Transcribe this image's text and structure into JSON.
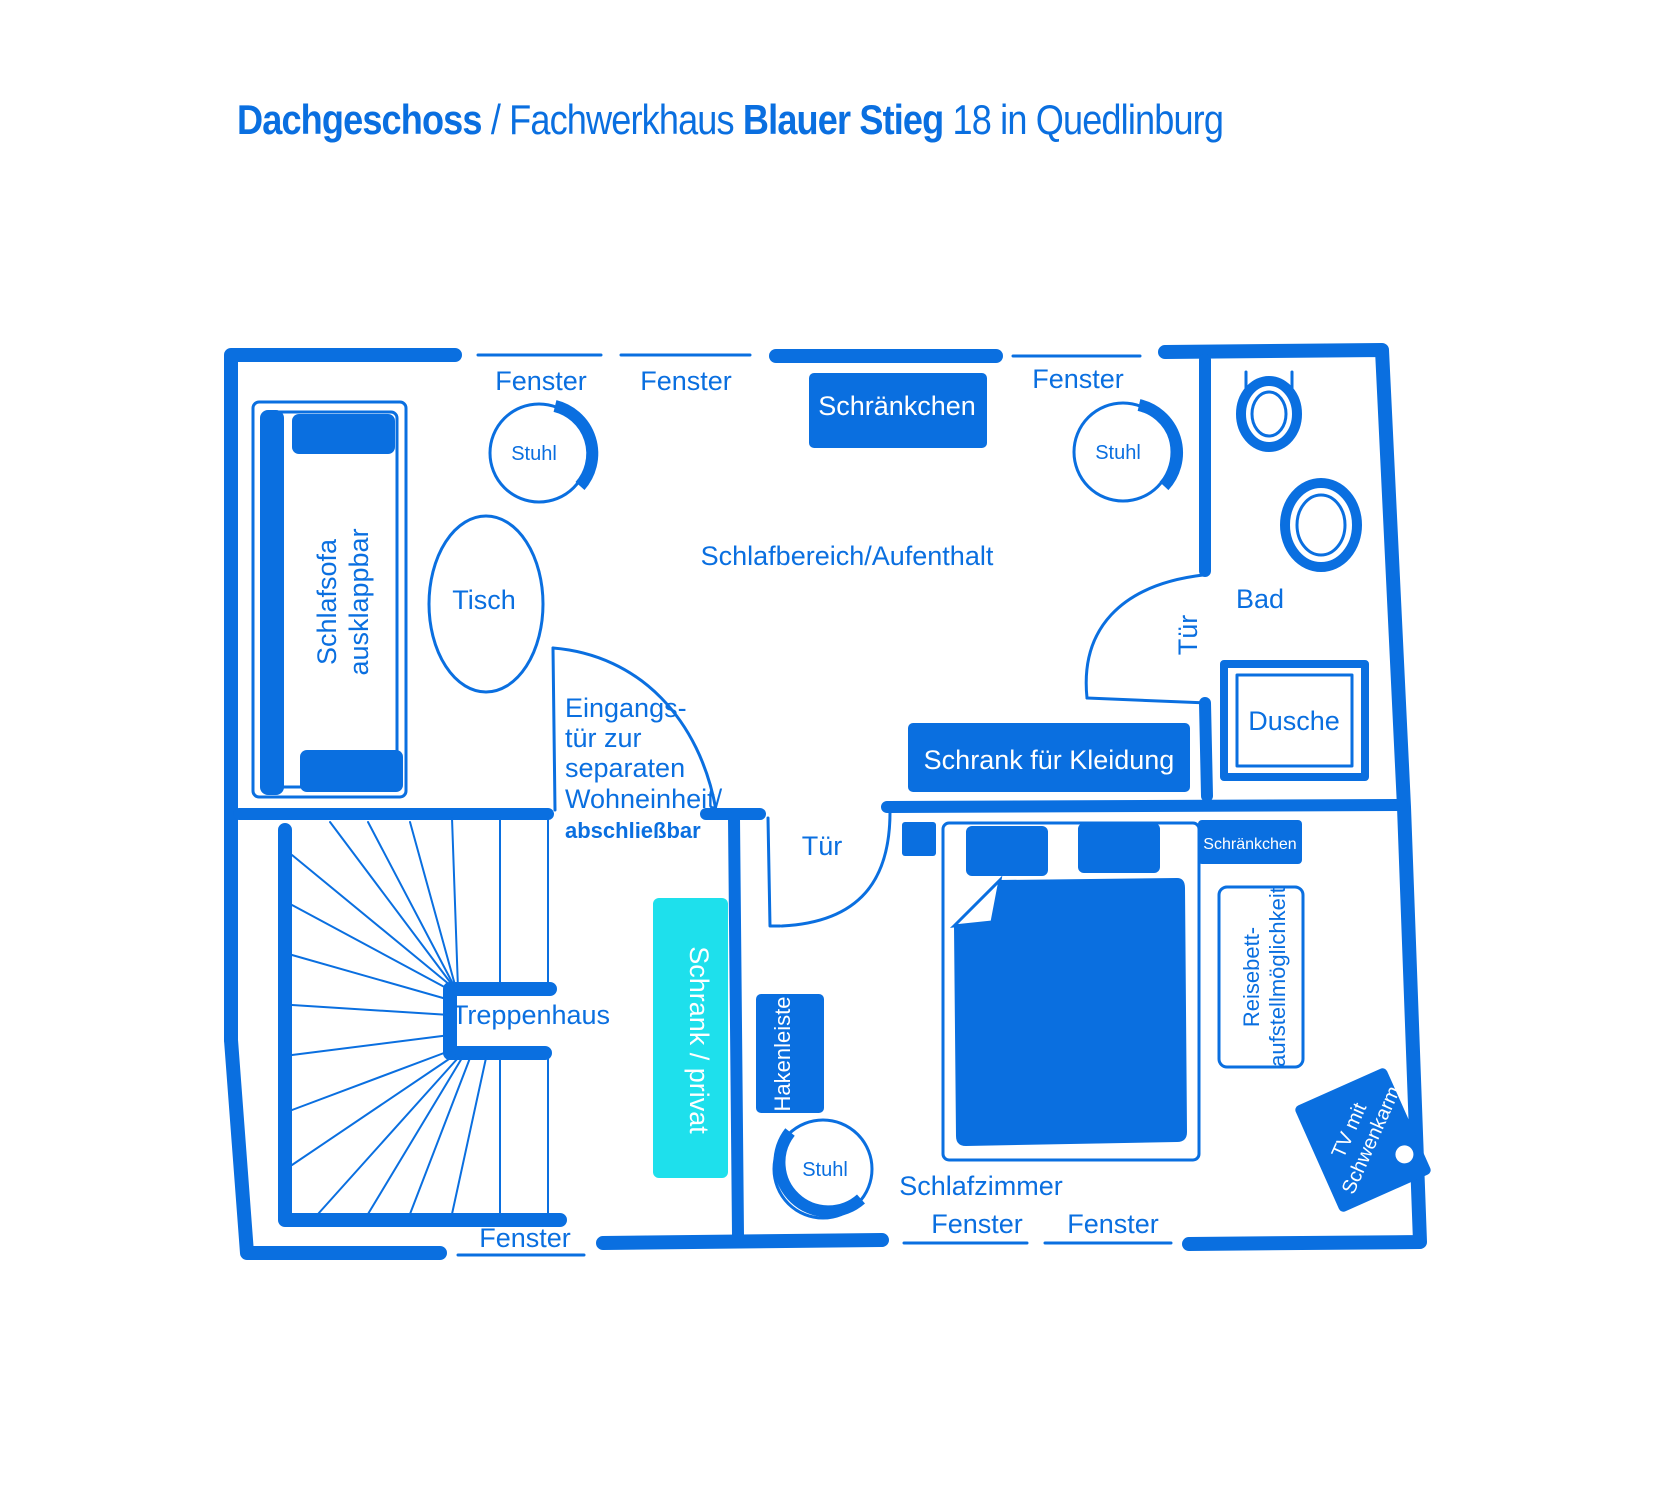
{
  "title": {
    "part1": "Dachgeschoss",
    "part2": " / Fachwerkhaus ",
    "part3": "Blauer Stieg",
    "part4": " 18 in Quedlinburg"
  },
  "labels": {
    "fenster": "Fenster",
    "stuhl": "Stuhl",
    "schraenkchen": "Schränkchen",
    "schraenkchen_small": "Schränkchen",
    "schlafsofa_line1": "Schlafsofa",
    "schlafsofa_line2": "ausklappbar",
    "tisch": "Tisch",
    "schlafbereich": "Schlafbereich/Aufenthalt",
    "bad": "Bad",
    "tuer": "Tür",
    "dusche": "Dusche",
    "schrank_kleidung": "Schrank für Kleidung",
    "eingang_line1": "Eingangs-",
    "eingang_line2": "tür zur",
    "eingang_line3": "separaten",
    "eingang_line4": "Wohneinheit/",
    "eingang_line5": "abschließbar",
    "treppenhaus": "Treppenhaus",
    "schrank_privat": "Schrank / privat",
    "hakenleiste": "Hakenleiste",
    "reisebett_line1": "Reisebett-",
    "reisebett_line2": "aufstellmöglichkeit",
    "tv_line1": "TV mit",
    "tv_line2": "Schwenkarm",
    "schlafzimmer": "Schlafzimmer"
  },
  "colors": {
    "primary": "#0a6fe0",
    "cabinet_private": "#1ee0ec",
    "background": "#ffffff"
  }
}
